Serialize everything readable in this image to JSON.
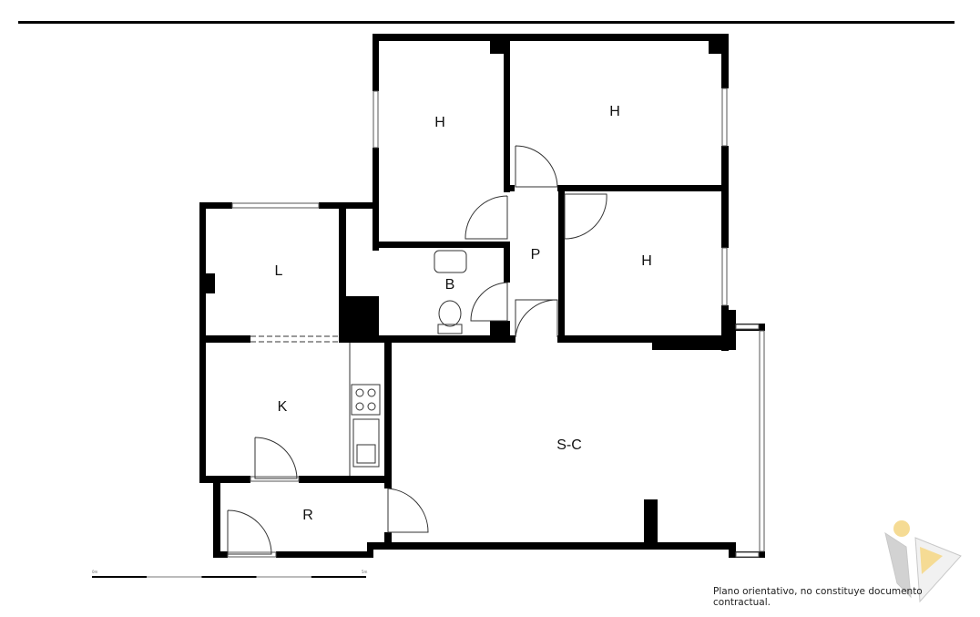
{
  "rooms": {
    "bedroom_1": "H",
    "bedroom_2": "H",
    "bedroom_3": "H",
    "laundry": "L",
    "hallway": "P",
    "bathroom": "B",
    "kitchen": "K",
    "living_dining": "S-C",
    "storage": "R"
  },
  "scale": {
    "start": "0m",
    "end": "5m"
  },
  "note": "Plano orientativo, no constituye documento contractual.",
  "logo": {
    "colors": [
      "#f3d37a",
      "#c8c8c8"
    ]
  }
}
